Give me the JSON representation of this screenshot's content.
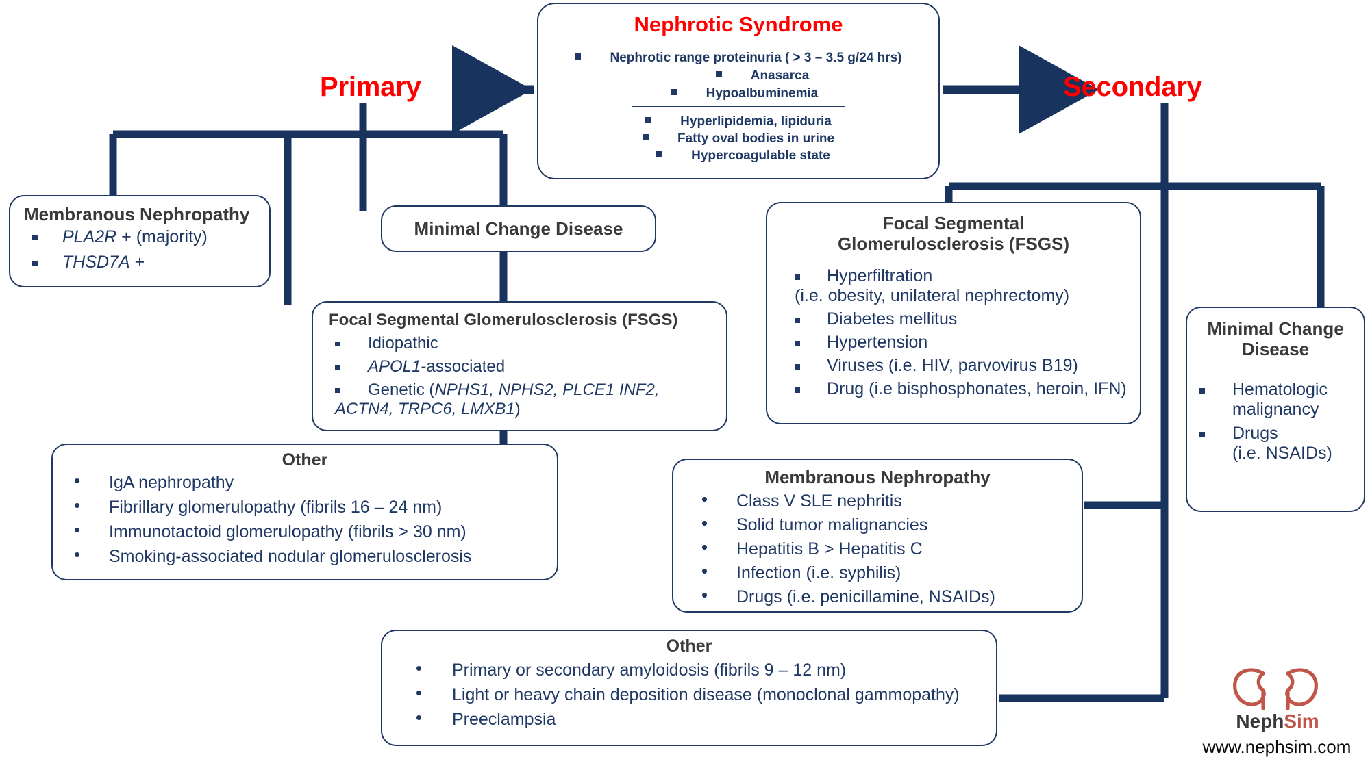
{
  "colors": {
    "accent_red": "#FF0000",
    "navy": "#1F3864",
    "wire_navy": "#18335E",
    "header_gray": "#3B3838",
    "logo_terracotta": "#C0564A",
    "background": "#FFFFFF"
  },
  "summary": {
    "title": "Nephrotic Syndrome",
    "group_a": [
      "Nephrotic range proteinuria ( > 3 – 3.5 g/24 hrs)",
      "Anasarca",
      "Hypoalbuminemia"
    ],
    "group_b": [
      "Hyperlipidemia, lipiduria",
      "Fatty oval bodies in urine",
      "Hypercoagulable state"
    ]
  },
  "branches": {
    "primary_label": "Primary",
    "secondary_label": "Secondary"
  },
  "primary": {
    "membranous": {
      "header": "Membranous Nephropathy",
      "items": [
        {
          "em": "PLA2R",
          "rest": " + (majority)"
        },
        {
          "em": "THSD7A",
          "rest": " +"
        }
      ]
    },
    "minimal_change": {
      "header": "Minimal Change Disease"
    },
    "fsgs": {
      "header": "Focal Segmental Glomerulosclerosis (FSGS)",
      "items": [
        "Idiopathic",
        "APOL1-associated",
        "Genetic (NPHS1, NPHS2, PLCE1 INF2, ACTN4, TRPC6, LMXB1)"
      ]
    },
    "other": {
      "header": "Other",
      "items": [
        "IgA nephropathy",
        "Fibrillary glomerulopathy (fibrils 16 – 24 nm)",
        "Immunotactoid glomerulopathy (fibrils > 30 nm)",
        "Smoking-associated nodular glomerulosclerosis"
      ]
    }
  },
  "secondary": {
    "fsgs": {
      "header_line1": "Focal Segmental",
      "header_line2": "Glomerulosclerosis (FSGS)",
      "items": [
        "Hyperfiltration\n(i.e. obesity, unilateral nephrectomy)",
        "Diabetes mellitus",
        "Hypertension",
        "Viruses (i.e. HIV, parvovirus B19)",
        "Drug (i.e bisphosphonates, heroin, IFN)"
      ]
    },
    "minimal_change": {
      "header_line1": "Minimal Change",
      "header_line2": "Disease",
      "items": [
        "Hematologic\nmalignancy",
        "Drugs\n(i.e. NSAIDs)"
      ]
    },
    "membranous": {
      "header": "Membranous Nephropathy",
      "items": [
        "Class V SLE nephritis",
        "Solid tumor malignancies",
        "Hepatitis B  > Hepatitis C",
        "Infection (i.e. syphilis)",
        "Drugs (i.e. penicillamine, NSAIDs)"
      ]
    },
    "other": {
      "header": "Other",
      "items": [
        "Primary or secondary amyloidosis (fibrils 9 – 12 nm)",
        "Light or heavy chain deposition disease (monoclonal gammopathy)",
        "Preeclampsia"
      ]
    }
  },
  "branding": {
    "logo_icon": "kidneys-icon",
    "name_part1": "Neph",
    "name_part2": "Sim",
    "url": "www.nephsim.com"
  }
}
